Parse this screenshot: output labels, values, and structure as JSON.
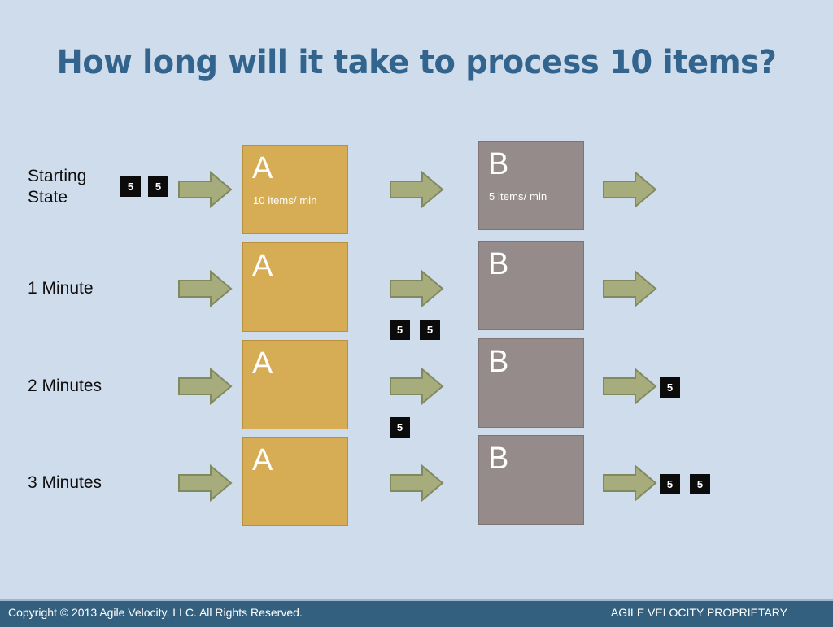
{
  "slide": {
    "title": "How long will it take to process 10 items?",
    "background_color": "#cedcec",
    "title_color": "#33648d"
  },
  "colors": {
    "station_a": "#d6ac55",
    "station_a_border": "#b8913f",
    "station_b": "#958b8a",
    "station_b_border": "#7e7473",
    "arrow_fill": "#a6ac7c",
    "arrow_stroke": "#818a5e",
    "token_fill": "#0b0b0b",
    "token_text": "#ffffff",
    "footer_bar": "#34607f"
  },
  "stations": {
    "a": {
      "letter": "A",
      "rate": "10 items/ min"
    },
    "b": {
      "letter": "B",
      "rate": "5 items/ min"
    }
  },
  "rows": [
    {
      "label": "Starting\nState",
      "station_a_letter": "A",
      "station_a_rate": "10 items/ min",
      "station_b_letter": "B",
      "station_b_rate": "5 items/ min",
      "tokens_before_a": [
        "5",
        "5"
      ],
      "tokens_between": [],
      "tokens_after_b": []
    },
    {
      "label": "1 Minute",
      "station_a_letter": "A",
      "station_a_rate": "",
      "station_b_letter": "B",
      "station_b_rate": "",
      "tokens_before_a": [],
      "tokens_between": [
        "5",
        "5"
      ],
      "tokens_after_b": []
    },
    {
      "label": "2 Minutes",
      "station_a_letter": "A",
      "station_a_rate": "",
      "station_b_letter": "B",
      "station_b_rate": "",
      "tokens_before_a": [],
      "tokens_between": [
        "5"
      ],
      "tokens_after_b": [
        "5"
      ]
    },
    {
      "label": "3 Minutes",
      "station_a_letter": "A",
      "station_a_rate": "",
      "station_b_letter": "B",
      "station_b_rate": "",
      "tokens_before_a": [],
      "tokens_between": [],
      "tokens_after_b": [
        "5",
        "5"
      ]
    }
  ],
  "footer": {
    "copyright": "Copyright © 2013 Agile Velocity, LLC.  All Rights Reserved.",
    "classification": "AGILE VELOCITY PROPRIETARY"
  }
}
